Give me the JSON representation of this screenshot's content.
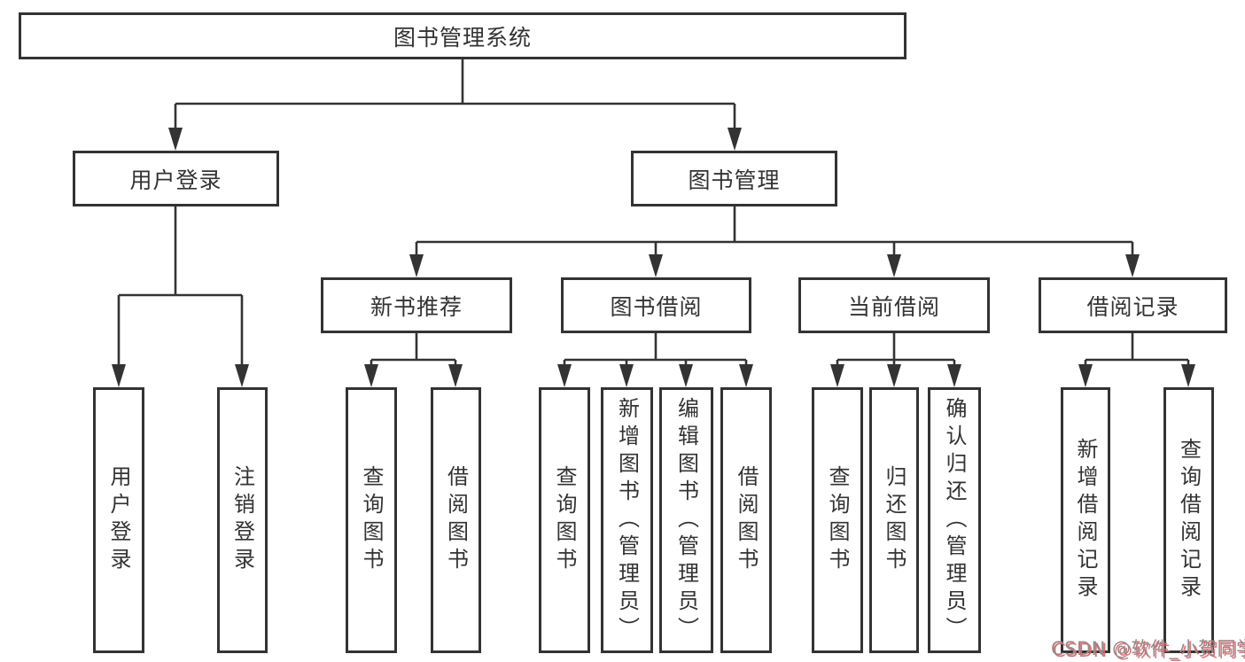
{
  "diagram": {
    "tree": {
      "root": {
        "label": "图书管理系统"
      },
      "branches": [
        {
          "label": "用户登录",
          "children": [
            {
              "label": "用户登录"
            },
            {
              "label": "注销登录"
            }
          ]
        },
        {
          "label": "图书管理",
          "children": [
            {
              "label": "新书推荐",
              "children": [
                {
                  "label": "查询图书"
                },
                {
                  "label": "借阅图书"
                }
              ]
            },
            {
              "label": "图书借阅",
              "children": [
                {
                  "label": "查询图书"
                },
                {
                  "label": "新增图书（管理员）"
                },
                {
                  "label": "编辑图书（管理员）"
                },
                {
                  "label": "借阅图书"
                }
              ]
            },
            {
              "label": "当前借阅",
              "children": [
                {
                  "label": "查询图书"
                },
                {
                  "label": "归还图书"
                },
                {
                  "label": "确认归还（管理员）"
                }
              ]
            },
            {
              "label": "借阅记录",
              "children": [
                {
                  "label": "新增借阅记录"
                },
                {
                  "label": "查询借阅记录"
                }
              ]
            }
          ]
        }
      ]
    },
    "colors": {
      "line": "#333333",
      "box_border": "#333333",
      "text": "#333333",
      "background": "#ffffff",
      "watermark_gray": "#8e8e8e",
      "watermark_red": "#ea5a60"
    }
  },
  "watermark": {
    "text": "CSDN @软件_小贺同学"
  }
}
